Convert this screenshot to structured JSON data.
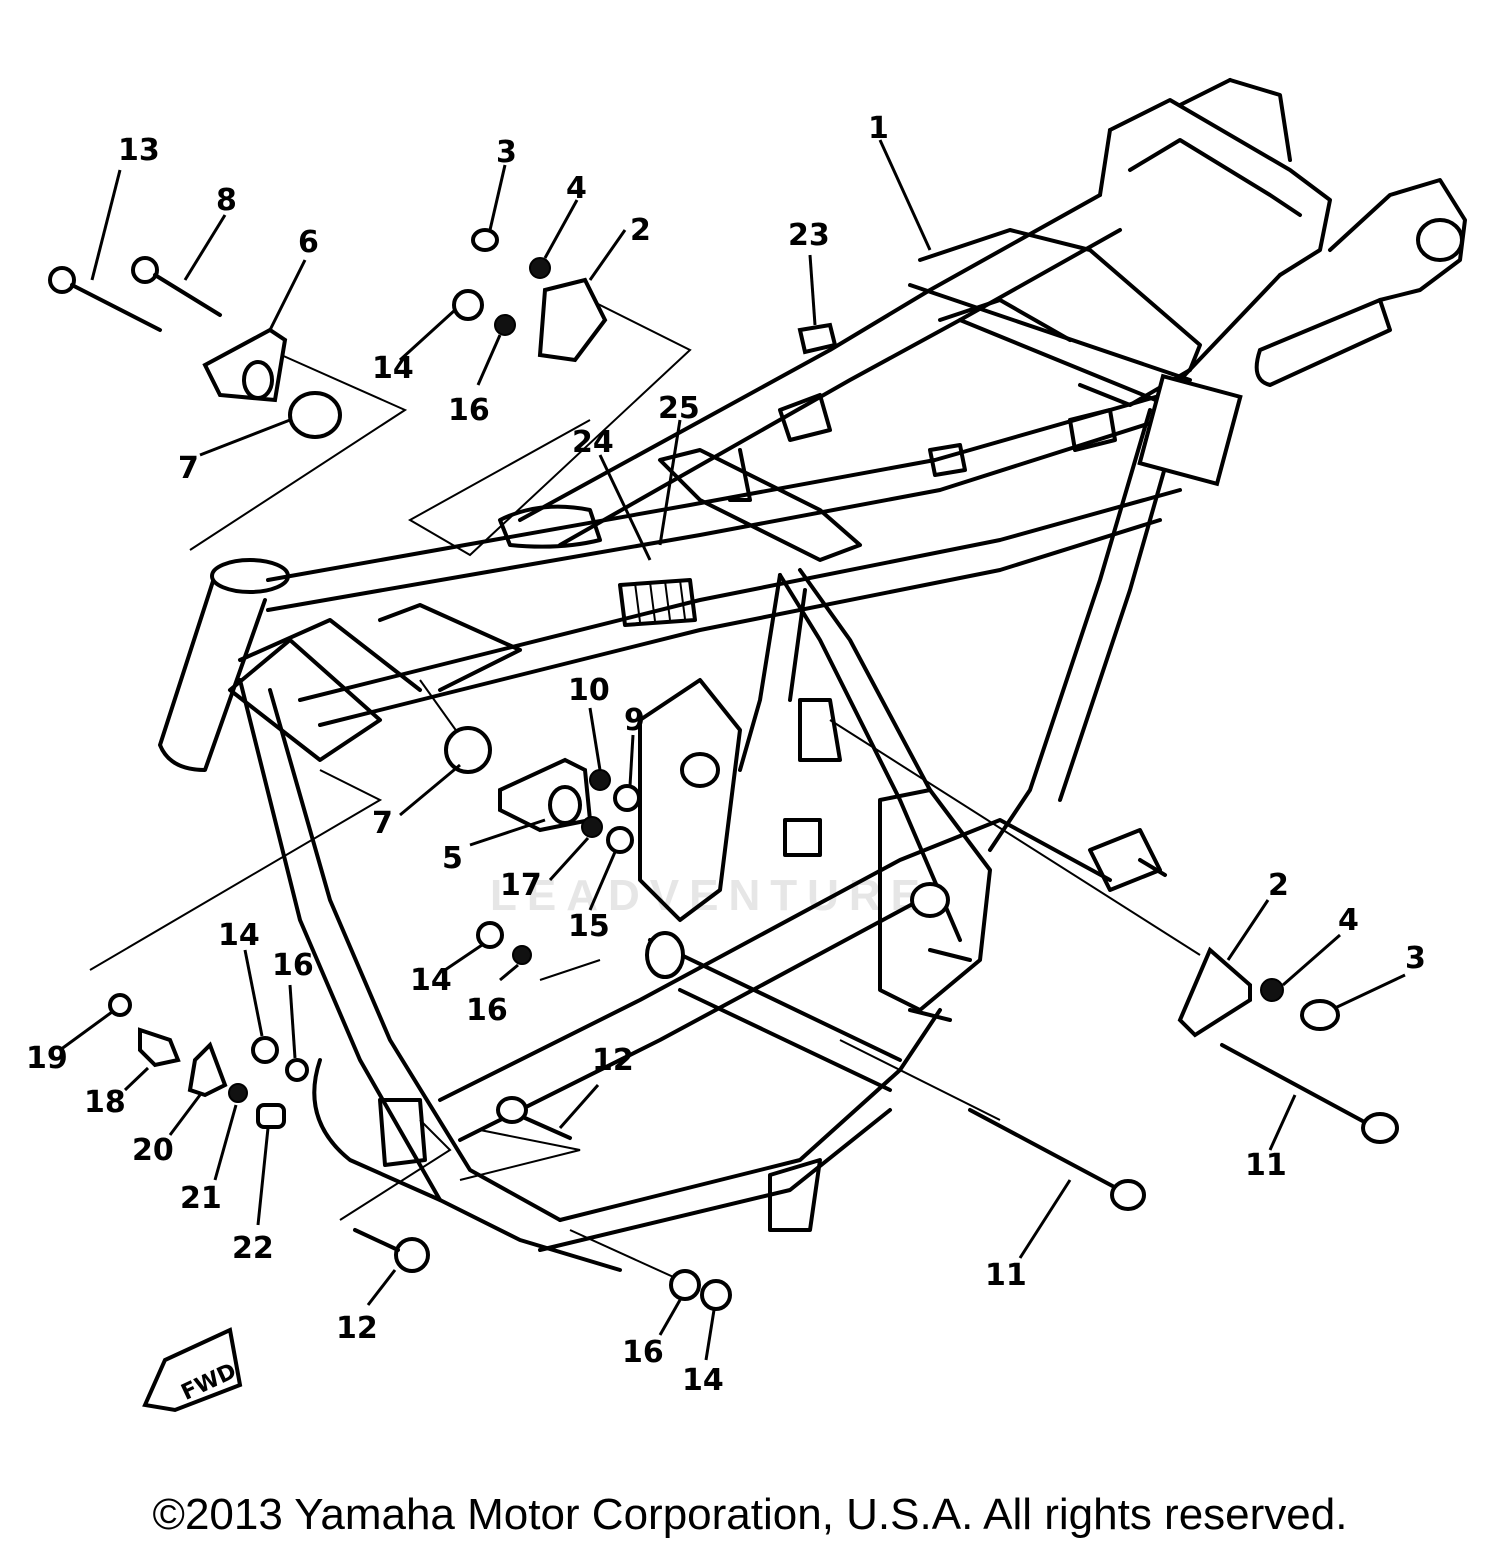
{
  "diagram": {
    "watermark": "LEADVENTURE",
    "direction_label": "FWD",
    "copyright": "©2013 Yamaha Motor Corporation, U.S.A. All rights reserved.",
    "callouts": [
      "1",
      "2",
      "3",
      "4",
      "2",
      "3",
      "4",
      "5",
      "6",
      "7",
      "7",
      "8",
      "9",
      "10",
      "11",
      "11",
      "11",
      "12",
      "12",
      "13",
      "14",
      "14",
      "14",
      "14",
      "15",
      "16",
      "16",
      "16",
      "16",
      "17",
      "18",
      "19",
      "20",
      "21",
      "22",
      "23",
      "24",
      "25"
    ]
  }
}
